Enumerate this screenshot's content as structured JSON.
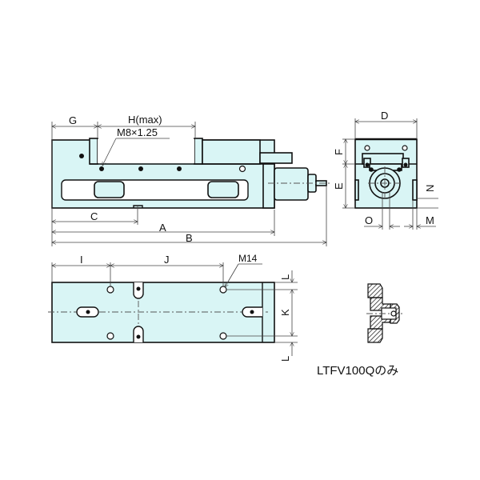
{
  "title": "LTFV vise dimension drawing",
  "side_view": {
    "labels": {
      "G": "G",
      "H": "H(max)",
      "thread": "M8×1.25",
      "C": "C",
      "A": "A",
      "B": "B"
    }
  },
  "front_view": {
    "labels": {
      "D": "D",
      "F": "F",
      "E": "E",
      "N": "N",
      "O": "O",
      "M": "M"
    }
  },
  "bottom_view": {
    "labels": {
      "I": "I",
      "J": "J",
      "thread": "M14",
      "L_top": "L",
      "K": "K",
      "L_bottom": "L"
    }
  },
  "detail": {
    "caption": "LTFV100Qのみ"
  },
  "colors": {
    "body_fill": "#d9f5f5",
    "line": "#111111"
  }
}
